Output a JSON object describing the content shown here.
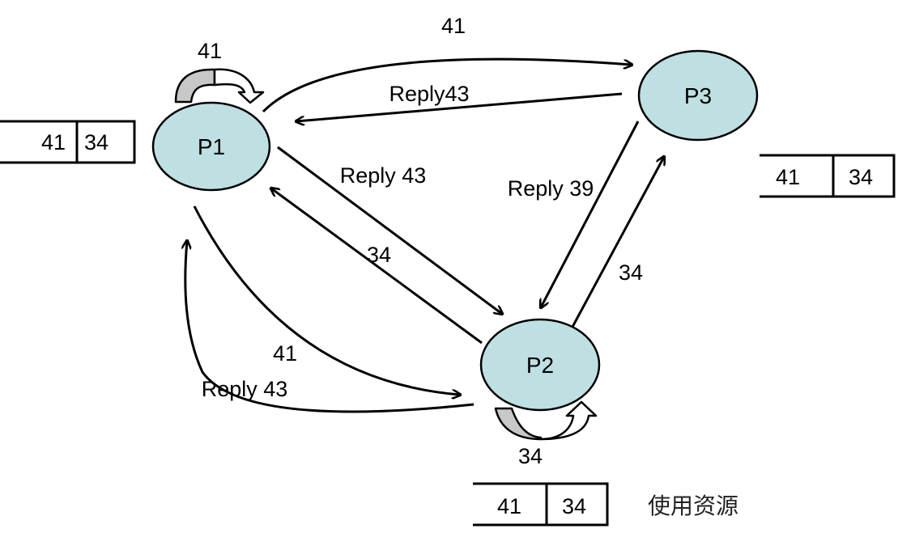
{
  "colors": {
    "node_fill": "#bfe0e2",
    "node_stroke": "#000000",
    "self_loop_shade": "#c8c8c8",
    "line": "#000000"
  },
  "nodes": {
    "p1": {
      "label": "P1"
    },
    "p2": {
      "label": "P2"
    },
    "p3": {
      "label": "P3"
    }
  },
  "edge_labels": {
    "p1_self_loop": "41",
    "p1_to_p3": "41",
    "p3_to_p1": "Reply43",
    "p1_to_p2": "Reply 43",
    "p2_to_p1": "34",
    "p3_to_p2": "Reply 39",
    "p2_to_p3": "34",
    "p1_to_p2_lower": "41",
    "p2_to_p1_lower": "Reply 43",
    "p2_self_loop": "34"
  },
  "queues": {
    "p1": [
      "41",
      "34"
    ],
    "p3": [
      "41",
      "34"
    ],
    "p2": [
      "41",
      "34"
    ]
  },
  "legend": {
    "text": "使用资源"
  }
}
